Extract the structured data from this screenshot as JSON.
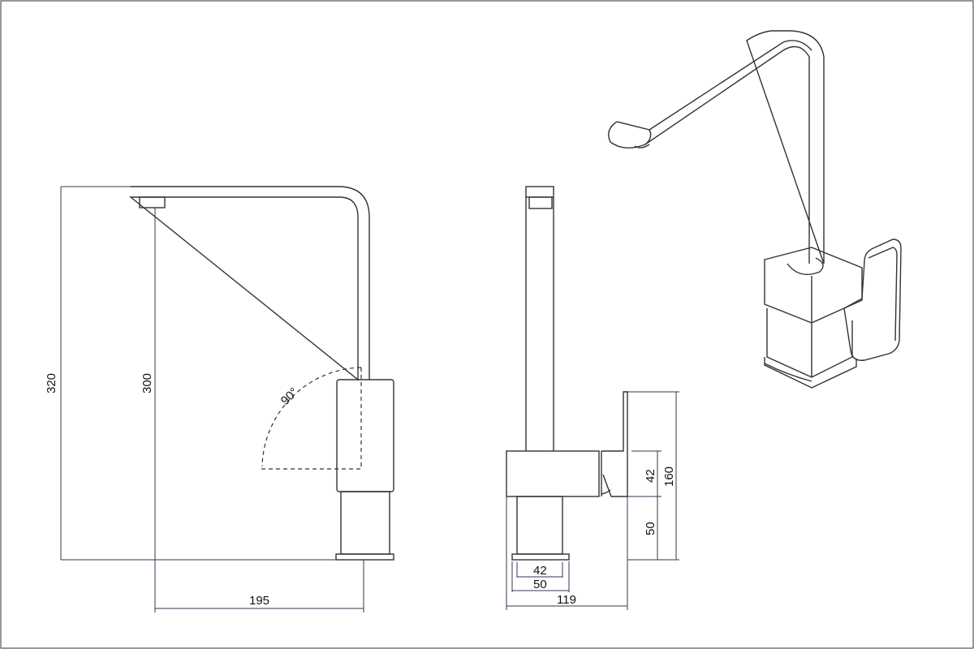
{
  "title": "Kitchen mixer tap technical drawing",
  "side_view": {
    "height_total": "320",
    "height_spout": "300",
    "reach": "195",
    "swivel_angle": "90°"
  },
  "front_view": {
    "handle_height": "160",
    "body_height": "42",
    "base_height": "50",
    "inner_width": "42",
    "base_width": "50",
    "total_depth": "119"
  }
}
